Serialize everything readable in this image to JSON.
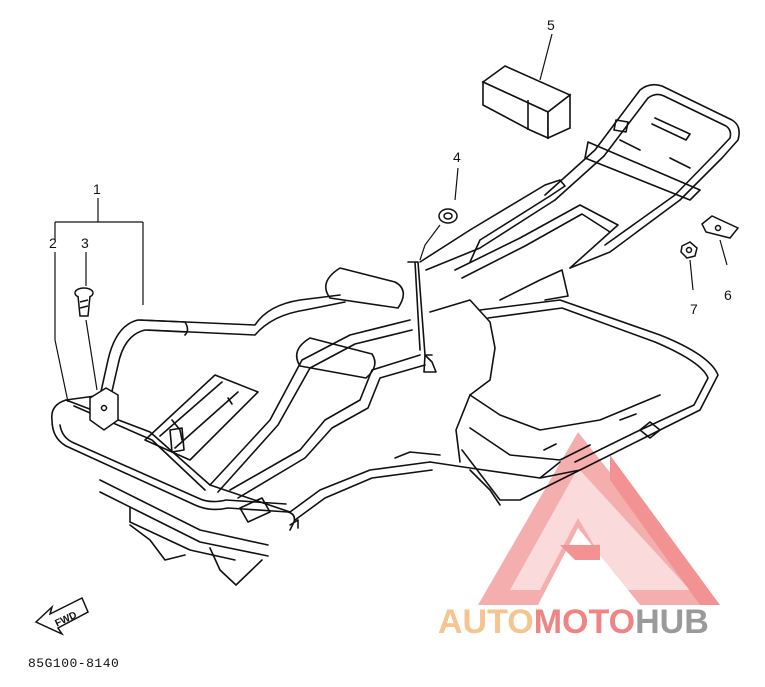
{
  "diagram": {
    "callouts": {
      "c1": "1",
      "c2": "2",
      "c3": "3",
      "c4": "4",
      "c5": "5",
      "c6": "6",
      "c7": "7"
    },
    "fwd_label": "FWD",
    "part_code": "85G100-8140"
  },
  "watermark": {
    "part1": "AUTO",
    "part2": "MOTO",
    "part3": "HUB",
    "colors": {
      "auto": "#f6c48f",
      "moto": "#f08484",
      "hub": "#9a9a9a",
      "logo": "#f08080"
    }
  }
}
